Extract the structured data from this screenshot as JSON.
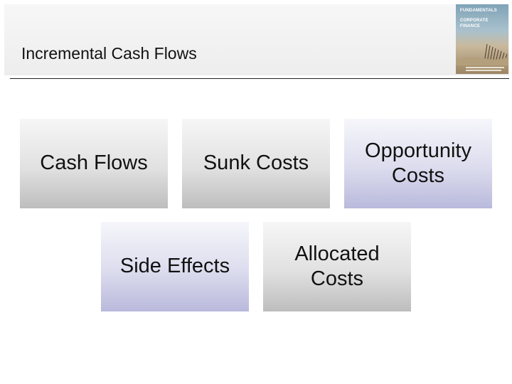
{
  "slide": {
    "title": "Incremental Cash Flows"
  },
  "book_cover": {
    "line1": "FUNDAMENTALS",
    "line2": "CORPORATE",
    "line3": "FINANCE"
  },
  "boxes": [
    {
      "label": "Cash Flows",
      "style": "gray"
    },
    {
      "label": "Sunk Costs",
      "style": "gray"
    },
    {
      "label": "Opportunity Costs",
      "style": "violet"
    },
    {
      "label": "Side Effects",
      "style": "violet"
    },
    {
      "label": "Allocated Costs",
      "style": "gray"
    }
  ],
  "colors": {
    "gray_box": "#e1e1e1",
    "violet_box": "#dcdcee",
    "rule": "#222222"
  }
}
